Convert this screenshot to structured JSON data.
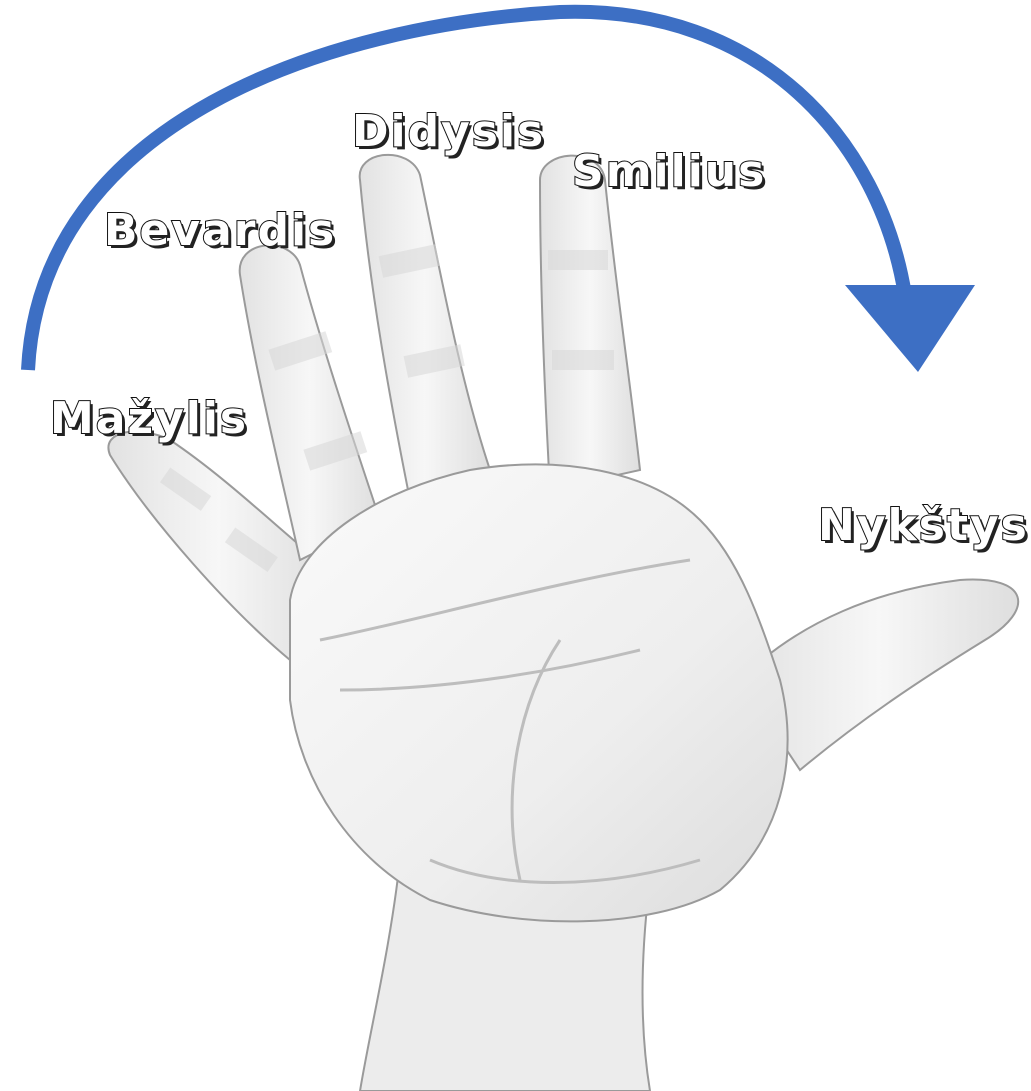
{
  "labels": {
    "pinky": "Mažylis",
    "ring": "Bevardis",
    "middle": "Didysis",
    "index": "Smilius",
    "thumb": "Nykštys"
  },
  "colors": {
    "arrow": "#3d6fc4",
    "hand_fill": "#f3f3f3",
    "hand_stroke": "#8a8a8a",
    "crease": "#c9c9c9",
    "background": "#ffffff"
  },
  "icons": {
    "arrow": "curved-arrow-icon",
    "hand": "open-hand-illustration"
  }
}
